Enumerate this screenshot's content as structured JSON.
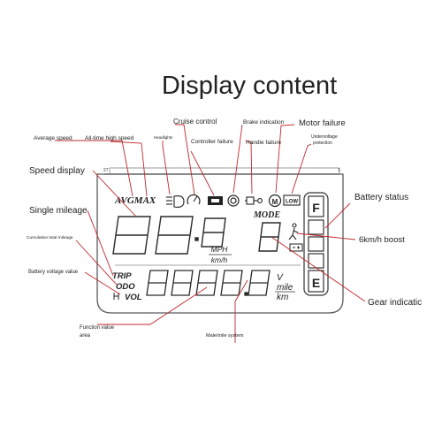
{
  "title": "Display content",
  "labels": {
    "average_speed": "Average speed",
    "all_time_high_speed": "All-time high speed",
    "headlights": "Headlights",
    "cruise_control": "Cruise control",
    "controller_failure": "Controller failure",
    "brake_indication": "Brake indication",
    "handle_failure": "Handle failure",
    "motor_failure": "Motor failure",
    "undervoltage_line1": "Undervoltage",
    "undervoltage_line2": "protection",
    "speed_display": "Speed display",
    "single_mileage": "Single mileage",
    "cumulative_total_mileage": "Cumulative total mileage",
    "battery_voltage_value": "Battery voltage value",
    "battery_status": "Battery status",
    "boost_6kmh": "6km/h boost",
    "gear_indication": "Gear indicatic",
    "function_value_line1": "Function value",
    "function_value_line2": "area",
    "male_mile_system": "Male/mile system"
  },
  "lcd": {
    "avg_max": "AVGMAX",
    "mode": "MODE",
    "mph": "MPH",
    "kmh": "km/h",
    "trip": "TRIP",
    "odo": "ODO",
    "vol": "VOL",
    "v_unit": "V",
    "mile": "mile",
    "km": "km",
    "battery_full": "F",
    "battery_empty": "E",
    "low": "LOW",
    "mark_left": "27",
    "mark_right": "1"
  },
  "colors": {
    "leader_line": "#c0282d",
    "lcd_outline": "#5a5a5a",
    "text": "#222222"
  }
}
